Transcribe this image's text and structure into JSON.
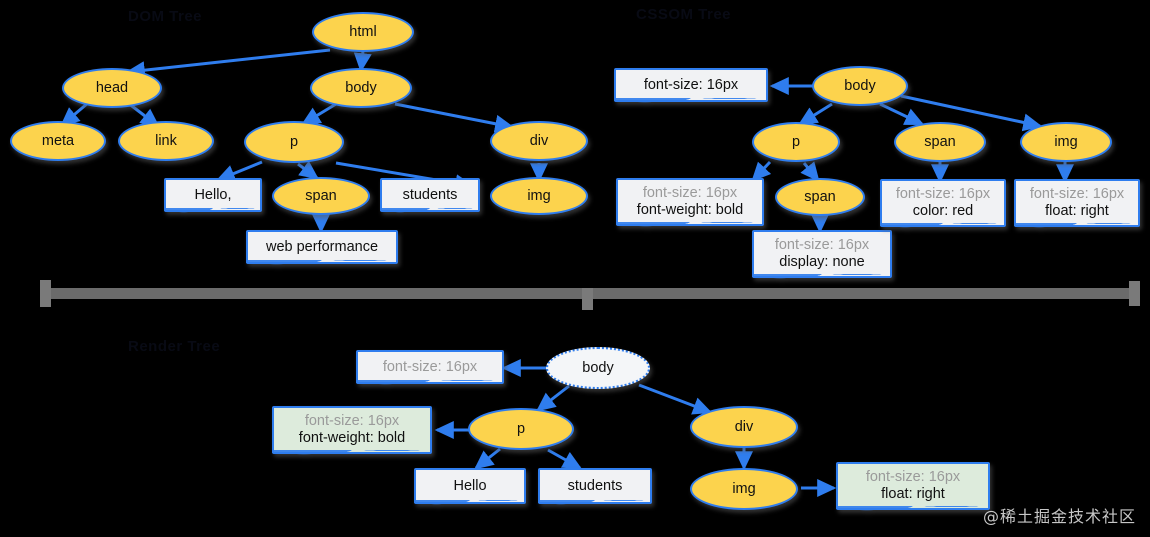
{
  "diagram": {
    "background_color": "#000000",
    "node_fill": "#FCD34D",
    "node_stroke": "#2F7DEE",
    "box_fill": "#F1F2F4",
    "box_fill_green": "#DDEBDC",
    "inherited_text_color": "#9a9a9a",
    "own_text_color": "#101010",
    "divider_color": "#6b6b6b"
  },
  "sections": {
    "dom_tree": {
      "title": "DOM Tree"
    },
    "cssom_tree": {
      "title": "CSSOM Tree"
    },
    "render_tree": {
      "title": "Render Tree"
    }
  },
  "dom_tree": {
    "nodes": [
      {
        "id": "html",
        "label": "html",
        "type": "element"
      },
      {
        "id": "head",
        "label": "head",
        "type": "element"
      },
      {
        "id": "body",
        "label": "body",
        "type": "element"
      },
      {
        "id": "meta",
        "label": "meta",
        "type": "element"
      },
      {
        "id": "link",
        "label": "link",
        "type": "element"
      },
      {
        "id": "p",
        "label": "p",
        "type": "element"
      },
      {
        "id": "div",
        "label": "div",
        "type": "element"
      },
      {
        "id": "hello",
        "label": "Hello,",
        "type": "text"
      },
      {
        "id": "span",
        "label": "span",
        "type": "element"
      },
      {
        "id": "students",
        "label": "students",
        "type": "text"
      },
      {
        "id": "img",
        "label": "img",
        "type": "element"
      },
      {
        "id": "webperf",
        "label": "web performance",
        "type": "text"
      }
    ],
    "edges": [
      [
        "html",
        "head"
      ],
      [
        "html",
        "body"
      ],
      [
        "head",
        "meta"
      ],
      [
        "head",
        "link"
      ],
      [
        "body",
        "p"
      ],
      [
        "body",
        "div"
      ],
      [
        "p",
        "hello"
      ],
      [
        "p",
        "span"
      ],
      [
        "p",
        "students"
      ],
      [
        "span",
        "webperf"
      ],
      [
        "div",
        "img"
      ]
    ]
  },
  "cssom_tree": {
    "nodes": [
      {
        "id": "c_body",
        "label": "body",
        "type": "element"
      },
      {
        "id": "c_p",
        "label": "p",
        "type": "element"
      },
      {
        "id": "c_span2",
        "label": "span",
        "type": "element"
      },
      {
        "id": "c_span",
        "label": "span",
        "type": "element"
      },
      {
        "id": "c_img",
        "label": "img",
        "type": "element"
      }
    ],
    "style_boxes": [
      {
        "id": "s_body",
        "inherited": "",
        "own": "font-size: 16px",
        "fill": "plain"
      },
      {
        "id": "s_p",
        "inherited": "font-size: 16px",
        "own": "font-weight: bold",
        "fill": "plain"
      },
      {
        "id": "s_span2",
        "inherited": "font-size: 16px",
        "own": "display: none",
        "fill": "plain"
      },
      {
        "id": "s_span",
        "inherited": "font-size: 16px",
        "own": "color: red",
        "fill": "plain"
      },
      {
        "id": "s_img",
        "inherited": "font-size: 16px",
        "own": "float: right",
        "fill": "plain"
      }
    ],
    "edges": [
      [
        "c_body",
        "s_body"
      ],
      [
        "c_body",
        "c_p"
      ],
      [
        "c_body",
        "c_span"
      ],
      [
        "c_body",
        "c_img"
      ],
      [
        "c_p",
        "s_p"
      ],
      [
        "c_p",
        "c_span2"
      ],
      [
        "c_span2",
        "s_span2"
      ],
      [
        "c_span",
        "s_span"
      ],
      [
        "c_img",
        "s_img"
      ]
    ]
  },
  "render_tree": {
    "nodes": [
      {
        "id": "r_body",
        "label": "body",
        "type": "element-dotted"
      },
      {
        "id": "r_p",
        "label": "p",
        "type": "element"
      },
      {
        "id": "r_div",
        "label": "div",
        "type": "element"
      },
      {
        "id": "r_img",
        "label": "img",
        "type": "element"
      },
      {
        "id": "r_hello",
        "label": "Hello",
        "type": "text"
      },
      {
        "id": "r_students",
        "label": "students",
        "type": "text"
      }
    ],
    "style_boxes": [
      {
        "id": "rs_body",
        "inherited": "font-size: 16px",
        "own": "",
        "fill": "plain"
      },
      {
        "id": "rs_p",
        "inherited": "font-size: 16px",
        "own": "font-weight: bold",
        "fill": "green"
      },
      {
        "id": "rs_img",
        "inherited": "font-size: 16px",
        "own": "float: right",
        "fill": "green"
      }
    ],
    "edges": [
      [
        "r_body",
        "rs_body"
      ],
      [
        "r_body",
        "r_p"
      ],
      [
        "r_body",
        "r_div"
      ],
      [
        "r_p",
        "rs_p"
      ],
      [
        "r_p",
        "r_hello"
      ],
      [
        "r_p",
        "r_students"
      ],
      [
        "r_div",
        "r_img"
      ],
      [
        "r_img",
        "rs_img"
      ]
    ]
  },
  "watermark": {
    "text": "@稀土掘金技术社区"
  }
}
